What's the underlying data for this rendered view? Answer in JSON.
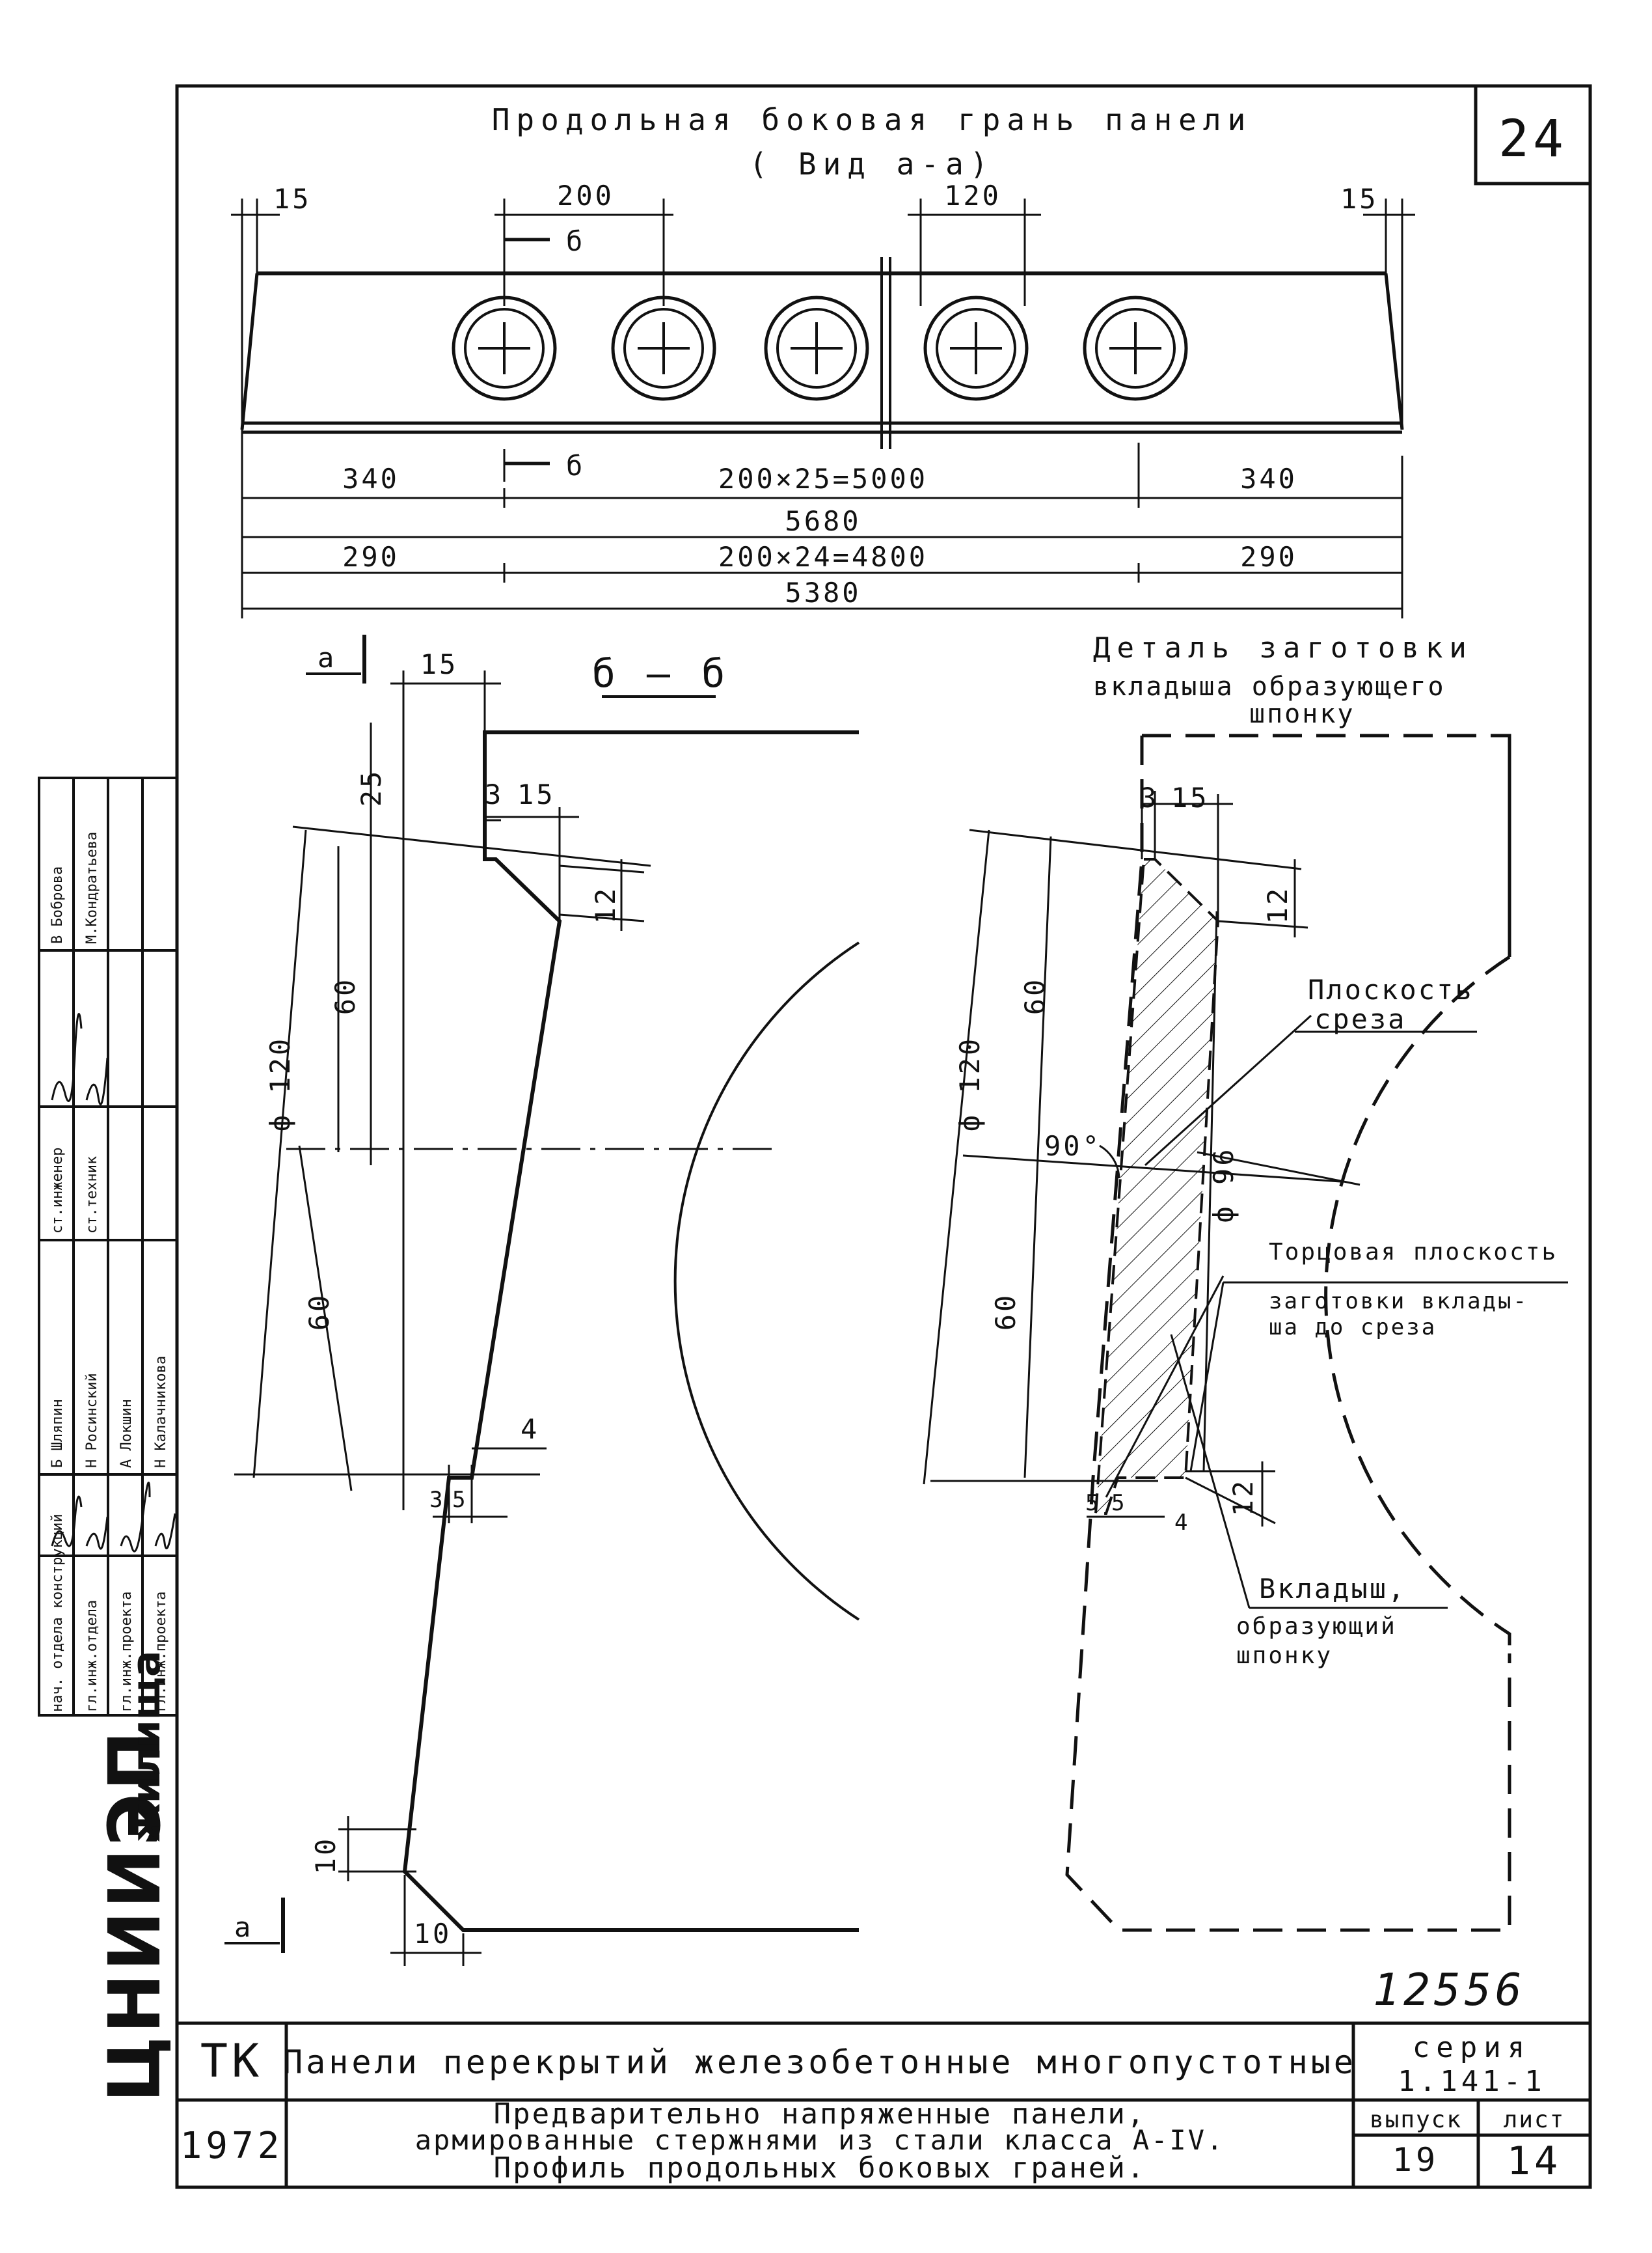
{
  "sheet_number": "24",
  "top_view": {
    "title": "Продольная боковая грань панели",
    "subtitle": "( Вид а-а)",
    "dims": {
      "edge_left": "15",
      "edge_right": "15",
      "pitch": "200",
      "hole": "120",
      "left_end_1": "340",
      "mid_1": "200×25=5000",
      "right_end_1": "340",
      "total_1": "5680",
      "left_end_2": "290",
      "mid_2": "200×24=4800",
      "right_end_2": "290",
      "total_2": "5380"
    },
    "section_marker": "б",
    "view_marker": "а"
  },
  "section_view": {
    "title": "б — б",
    "dims": {
      "top_15": "15",
      "d25": "25",
      "d3": "3",
      "d15": "15",
      "d12": "12",
      "d60a": "60",
      "phi": "ф 120",
      "d60b": "60",
      "d4": "4",
      "d3b": "3",
      "d5": "5",
      "d10a": "10",
      "d10b": "10"
    }
  },
  "detail_view": {
    "title_line1": "Деталь заготовки",
    "title_line2": "вкладыша образующего",
    "title_line3": "шпонку",
    "dims": {
      "d3": "3",
      "d15": "15",
      "d12a": "12",
      "d60a": "60",
      "phi120": "ф 120",
      "angle": "90°",
      "phi96": "ф 96",
      "d60b": "60",
      "d12b": "12",
      "d5a": "5",
      "d5b": "5",
      "d4": "4"
    },
    "notes": {
      "cut_plane_1": "Плоскость",
      "cut_plane_2": "среза",
      "end_plane_1": "Торцовая плоскость",
      "end_plane_2": "заготовки вклады-",
      "end_plane_3": "ша до среза",
      "insert_1": "Вкладыш,",
      "insert_2": "образующий",
      "insert_3": "шпонку"
    }
  },
  "document_number": "12556",
  "title_block": {
    "code": "ТК",
    "year": "1972",
    "title_main": "Панели перекрытий железобетонные многопустотные",
    "title_sub_1": "Предварительно напряженные панели,",
    "title_sub_2": "армированные стержнями из стали класса А-IV.",
    "title_sub_3": "Профиль продольных боковых граней.",
    "series_label": "серия",
    "series_value": "1.141-1",
    "issue_label": "выпуск",
    "issue_value": "19",
    "sheet_label": "лист",
    "sheet_value": "14"
  },
  "side_stamp": {
    "rows": [
      {
        "role": "нач. отдела конструкций",
        "name": "Б Шляпин",
        "role2": "ст.инженер",
        "name2": "В Боброва"
      },
      {
        "role": "гл.инж.отдела",
        "name": "Н Росинский",
        "role2": "ст.техник",
        "name2": "М.Кондратьева"
      },
      {
        "role": "гл.инж.проекта",
        "name": "А Локшин",
        "role2": "",
        "name2": ""
      },
      {
        "role": "гл.инж.проекта",
        "name": "Н Калачникова",
        "role2": "",
        "name2": ""
      }
    ],
    "organization": "ЦНИИЭП",
    "organization_suffix": "жилища"
  }
}
